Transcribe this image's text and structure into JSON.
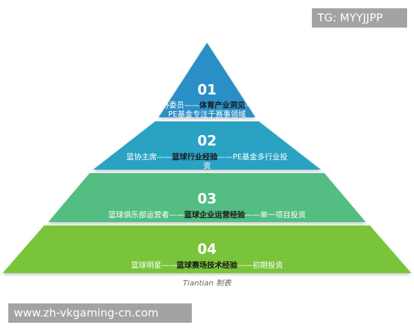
{
  "tiers": [
    {
      "number": "01",
      "desc_lines": [
        [
          {
            "t": "政协委员——"
          },
          {
            "t": "体育产业洞见",
            "hl": true
          },
          {
            "t": "——"
          }
        ],
        [
          {
            "t": "PE基金专注于赛事领域"
          }
        ]
      ],
      "color": "#2b8fc6"
    },
    {
      "number": "02",
      "desc_lines": [
        [
          {
            "t": "篮协主席——"
          },
          {
            "t": "篮球行业经验",
            "hl": true
          },
          {
            "t": "——PE基金多行业投"
          }
        ],
        [
          {
            "t": "资"
          }
        ]
      ],
      "color": "#29a2c4"
    },
    {
      "number": "03",
      "desc_lines": [
        [
          {
            "t": "篮球俱乐部运营者——"
          },
          {
            "t": "篮球企业运营经验",
            "hl": true
          },
          {
            "t": "——单一项目投资"
          }
        ]
      ],
      "color": "#52bd82"
    },
    {
      "number": "04",
      "desc_lines": [
        [
          {
            "t": "篮球明星——"
          },
          {
            "t": "篮球赛场技术经验",
            "hl": true
          },
          {
            "t": "——初期投资"
          }
        ]
      ],
      "color": "#7ac43a"
    }
  ],
  "credit": "Tiantian 制表",
  "watermark_top": "TG: MYYJJPP",
  "watermark_bottom": "www.zh-vkgaming-cn.com"
}
